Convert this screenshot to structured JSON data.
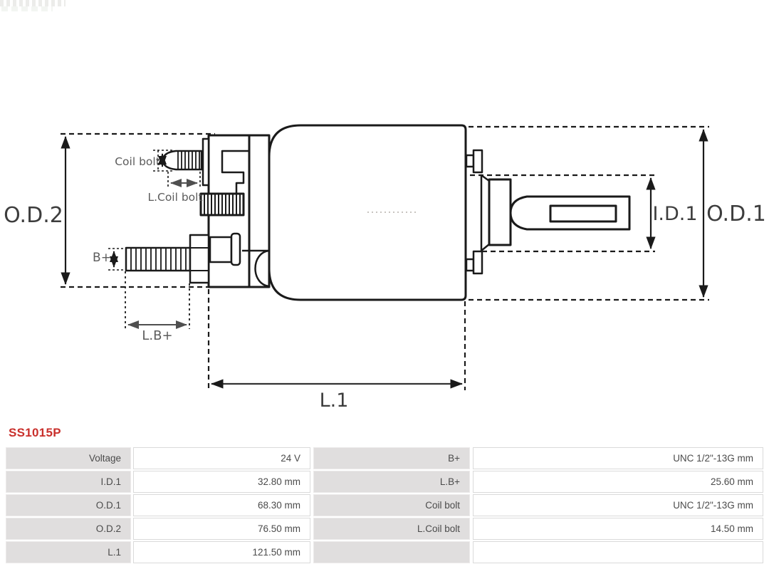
{
  "part": {
    "number": "SS1015P",
    "accent_color": "#c9302c"
  },
  "drawing": {
    "line_color": "#1a1a1a",
    "dim_color": "#555555",
    "labels": {
      "od2": "O.D.2",
      "od1": "O.D.1",
      "id1": "I.D.1",
      "l1": "L.1",
      "lb_plus": "L.B+",
      "b_plus": "B+",
      "coil_bolt": "Coil bolt",
      "l_coil_bolt": "L.Coil bolt"
    }
  },
  "table": {
    "rows": [
      {
        "c0": "Voltage",
        "c1": "24 V",
        "c2": "B+",
        "c3": "UNC 1/2\"-13G mm"
      },
      {
        "c0": "I.D.1",
        "c1": "32.80 mm",
        "c2": "L.B+",
        "c3": "25.60 mm"
      },
      {
        "c0": "O.D.1",
        "c1": "68.30 mm",
        "c2": "Coil bolt",
        "c3": "UNC 1/2\"-13G mm"
      },
      {
        "c0": "O.D.2",
        "c1": "76.50 mm",
        "c2": "L.Coil bolt",
        "c3": "14.50 mm"
      },
      {
        "c0": "L.1",
        "c1": "121.50 mm",
        "c2": "",
        "c3": ""
      }
    ]
  }
}
